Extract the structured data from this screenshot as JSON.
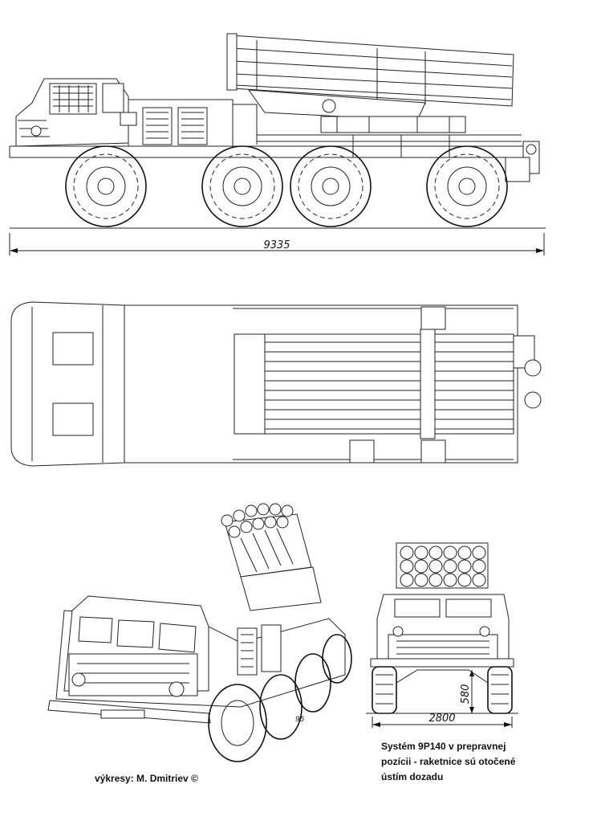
{
  "side_view": {
    "length_label": "9335"
  },
  "top_view": {},
  "perspective": {
    "signature": "95"
  },
  "rear_view": {
    "width_label": "2800",
    "height_label": "580"
  },
  "caption": {
    "lines": [
      "Systém 9P140 v prepravnej",
      "pozícii - raketnice sú otočené",
      "ústím dozadu"
    ]
  },
  "credit": "výkresy: M. Dmitriev ©"
}
